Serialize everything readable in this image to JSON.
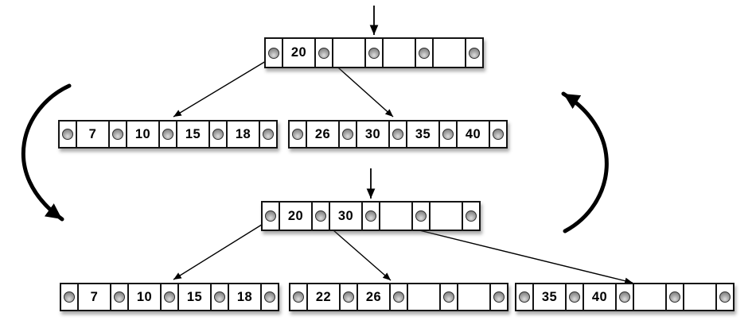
{
  "colors": {
    "background": "#ffffff",
    "node_fill": "#ffffff",
    "node_border": "#141414",
    "arrow_line": "#000000"
  },
  "tree_before": {
    "root": {
      "keys": [
        "20",
        "",
        "",
        ""
      ]
    },
    "children": [
      {
        "keys": [
          "7",
          "10",
          "15",
          "18"
        ]
      },
      {
        "keys": [
          "26",
          "30",
          "35",
          "40"
        ]
      }
    ]
  },
  "tree_after": {
    "root": {
      "keys": [
        "20",
        "30",
        "",
        ""
      ]
    },
    "children": [
      {
        "keys": [
          "7",
          "10",
          "15",
          "18"
        ]
      },
      {
        "keys": [
          "22",
          "26",
          "",
          ""
        ]
      },
      {
        "keys": [
          "35",
          "40",
          "",
          ""
        ]
      }
    ]
  }
}
